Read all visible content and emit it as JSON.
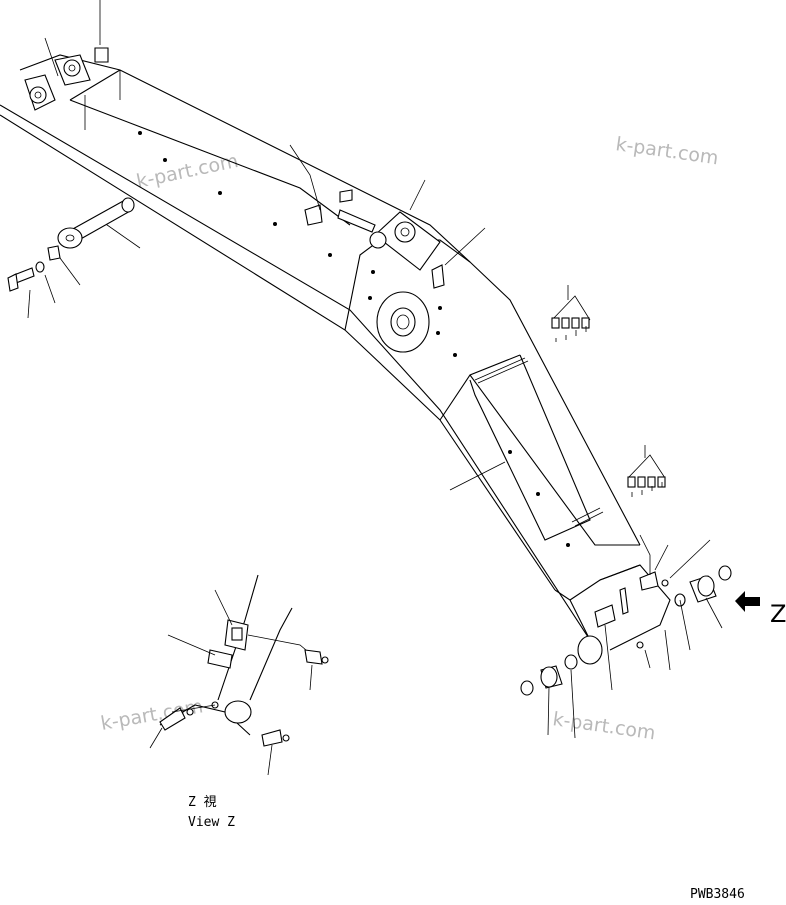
{
  "watermark": "k-part.com",
  "view_label": {
    "jp": "Z 視",
    "en": "View Z",
    "arrow_letter": "Z"
  },
  "drawing_code": "PWB3846"
}
